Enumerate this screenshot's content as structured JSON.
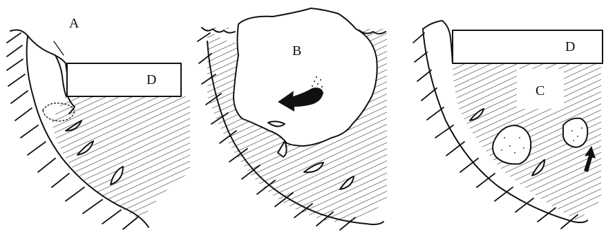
{
  "labels": {
    "A": "A",
    "B": "B",
    "C": "C",
    "D_left": "D",
    "D_right": "D"
  }
}
